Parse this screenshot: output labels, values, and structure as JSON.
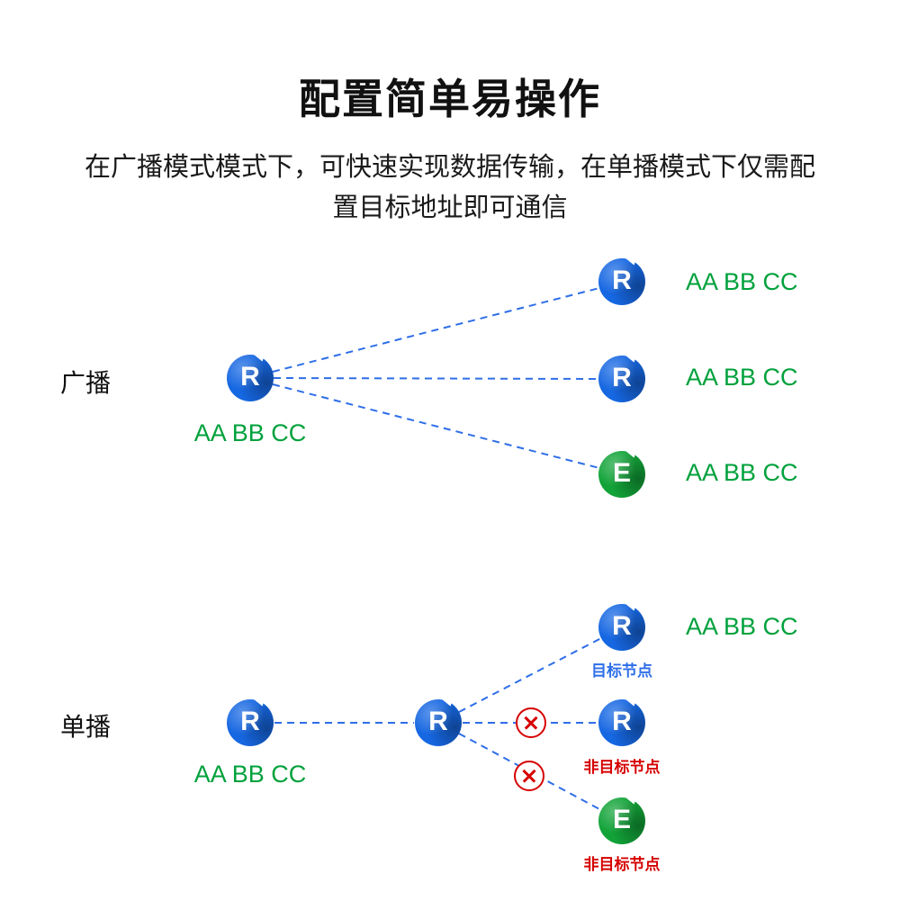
{
  "title": "配置简单易操作",
  "subtitle": {
    "line1": "在广播模式模式下，可快速实现数据传输，在单播模式下仅需配",
    "line2": "置目标地址即可通信"
  },
  "colors": {
    "node_blue": "#1667e2",
    "node_green": "#12a338",
    "text_green": "#00a13c",
    "line_blue": "#2e6ee8",
    "label_blue": "#2e6ee8",
    "label_red": "#d60000"
  },
  "broadcast": {
    "mode_label": "广播",
    "source": {
      "letter": "R",
      "address": "AA BB CC"
    },
    "targets": [
      {
        "letter": "R",
        "address": "AA BB CC"
      },
      {
        "letter": "R",
        "address": "AA BB CC"
      },
      {
        "letter": "E",
        "address": "AA BB CC"
      }
    ]
  },
  "unicast": {
    "mode_label": "单播",
    "source": {
      "letter": "R",
      "address": "AA BB CC"
    },
    "relay": {
      "letter": "R"
    },
    "targets": [
      {
        "letter": "R",
        "address": "AA BB CC",
        "tag": "目标节点"
      },
      {
        "letter": "R",
        "tag": "非目标节点"
      },
      {
        "letter": "E",
        "tag": "非目标节点"
      }
    ]
  }
}
